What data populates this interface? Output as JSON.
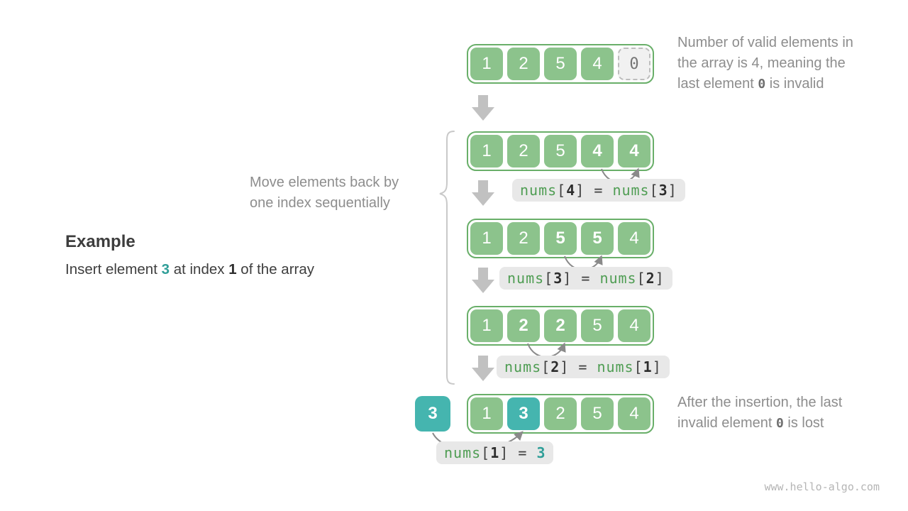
{
  "example": {
    "title": "Example",
    "sub_pre": "Insert element ",
    "sub_val": "3",
    "sub_mid": " at index ",
    "sub_idx": "1",
    "sub_post": " of the array"
  },
  "move_note": {
    "line1": "Move elements back by",
    "line2": "one index sequentially"
  },
  "note_top": {
    "line1": "Number of valid elements in",
    "line2": "the array is 4, meaning the",
    "line3_pre": "last element ",
    "zero": "0",
    "line3_post": " is invalid"
  },
  "note_bottom": {
    "line1": "After the insertion, the last",
    "line2_pre": "invalid element ",
    "zero": "0",
    "line2_post": " is lost"
  },
  "insert_value": "3",
  "rows": {
    "r1": [
      "1",
      "2",
      "5",
      "4",
      "0"
    ],
    "r2": [
      "1",
      "2",
      "5",
      "4",
      "4"
    ],
    "r3": [
      "1",
      "2",
      "5",
      "5",
      "4"
    ],
    "r4": [
      "1",
      "2",
      "2",
      "5",
      "4"
    ],
    "r5": [
      "1",
      "3",
      "2",
      "5",
      "4"
    ]
  },
  "labels": {
    "l1": {
      "fn1": "nums",
      "b1": "[",
      "n1": "4",
      "b2": "]",
      "eq": " = ",
      "fn2": "nums",
      "b3": "[",
      "n2": "3",
      "b4": "]"
    },
    "l2": {
      "fn1": "nums",
      "b1": "[",
      "n1": "3",
      "b2": "]",
      "eq": " = ",
      "fn2": "nums",
      "b3": "[",
      "n2": "2",
      "b4": "]"
    },
    "l3": {
      "fn1": "nums",
      "b1": "[",
      "n1": "2",
      "b2": "]",
      "eq": " = ",
      "fn2": "nums",
      "b3": "[",
      "n2": "1",
      "b4": "]"
    },
    "l4": {
      "fn1": "nums",
      "b1": "[",
      "n1": "1",
      "b2": "]",
      "eq": " = ",
      "val": "3"
    }
  },
  "watermark": "www.hello-algo.com",
  "colors": {
    "cell_green": "#8cc38c",
    "border_green": "#69af69",
    "teal": "#45b5af",
    "code_green": "#4f9d53",
    "label_bg": "#e8e8e8",
    "note_gray": "#8d8d8d",
    "arrow_gray": "#c1c1c1",
    "arc_gray": "#8a8a8a",
    "dark_text": "#3d3d3d"
  }
}
